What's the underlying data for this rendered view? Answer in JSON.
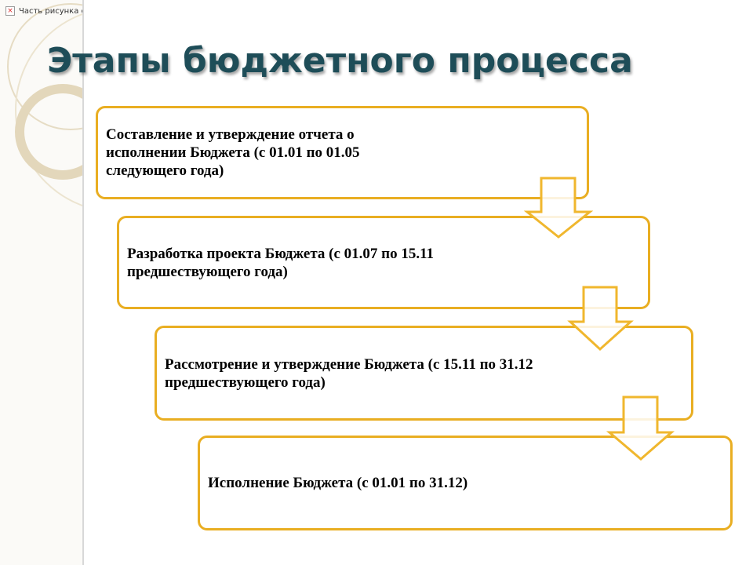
{
  "broken_image": {
    "icon": "broken-image-icon",
    "label": "Часть рисунка с"
  },
  "title": "Этапы бюджетного процесса",
  "steps": [
    {
      "text": "Составление и утверждение отчета о исполнении Бюджета (с 01.01 по 01.05 следующего года)"
    },
    {
      "text": "Разработка проекта Бюджета  (с 01.07 по 15.11 предшествующего года)"
    },
    {
      "text": "Рассмотрение и утверждение Бюджета (с 15.11 по 31.12 предшествующего года)"
    },
    {
      "text": "Исполнение Бюджета (с 01.01 по 31.12)"
    }
  ],
  "colors": {
    "accent": "#e9ae22",
    "title": "#1e4d58"
  }
}
